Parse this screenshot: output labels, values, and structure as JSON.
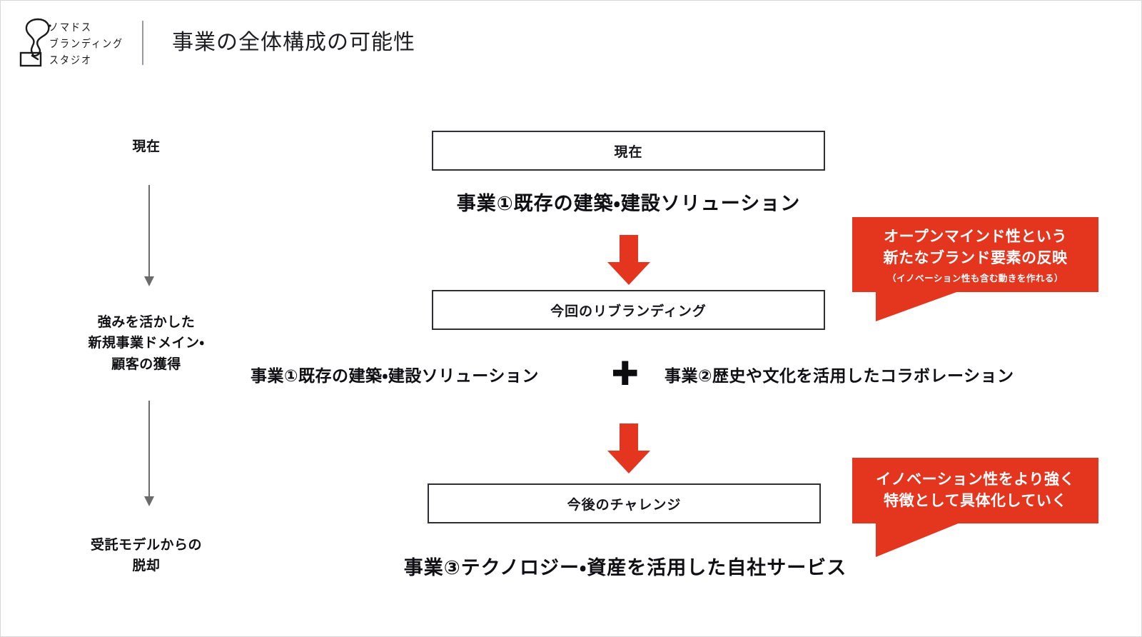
{
  "header": {
    "logo_name": "nomados-branding-studio-logo",
    "logo_lines": [
      "ノマドス",
      "ブランディング",
      "スタジオ"
    ],
    "title": "事業の全体構成の可能性"
  },
  "left_timeline": {
    "steps": [
      {
        "label": "現在"
      },
      {
        "label": "強みを活かした\n新規事業ドメイン・\n顧客の獲得"
      },
      {
        "label": "受託モデルからの\n脱却"
      }
    ],
    "arrow_color": "#6b6b6b"
  },
  "flow": {
    "stage1": {
      "box_label": "現在",
      "caption": "事業①既存の建築・建設ソリューション"
    },
    "stage2": {
      "box_label": "今回のリブランディング",
      "combo_left": "事業①既存の建築・建設ソリューション",
      "combo_plus": "✚",
      "combo_right": "事業②歴史や文化を活用したコラボレーション"
    },
    "stage3": {
      "box_label": "今後のチャレンジ",
      "caption": "事業③テクノロジー・資産を活用した自社サービス"
    },
    "arrow_color": "#e4351f"
  },
  "callouts": [
    {
      "line1": "オープンマインド性という",
      "line2": "新たなブランド要素の反映",
      "note": "（イノベーション性も含む動きを作れる）",
      "color": "#e4351f"
    },
    {
      "line1": "イノベーション性をより強く",
      "line2": "特徴として具体化していく",
      "color": "#e4351f"
    }
  ],
  "colors": {
    "accent_red": "#e4351f",
    "box_border": "#2e2e36",
    "text": "#101014",
    "arrow_gray": "#6b6b6b"
  }
}
